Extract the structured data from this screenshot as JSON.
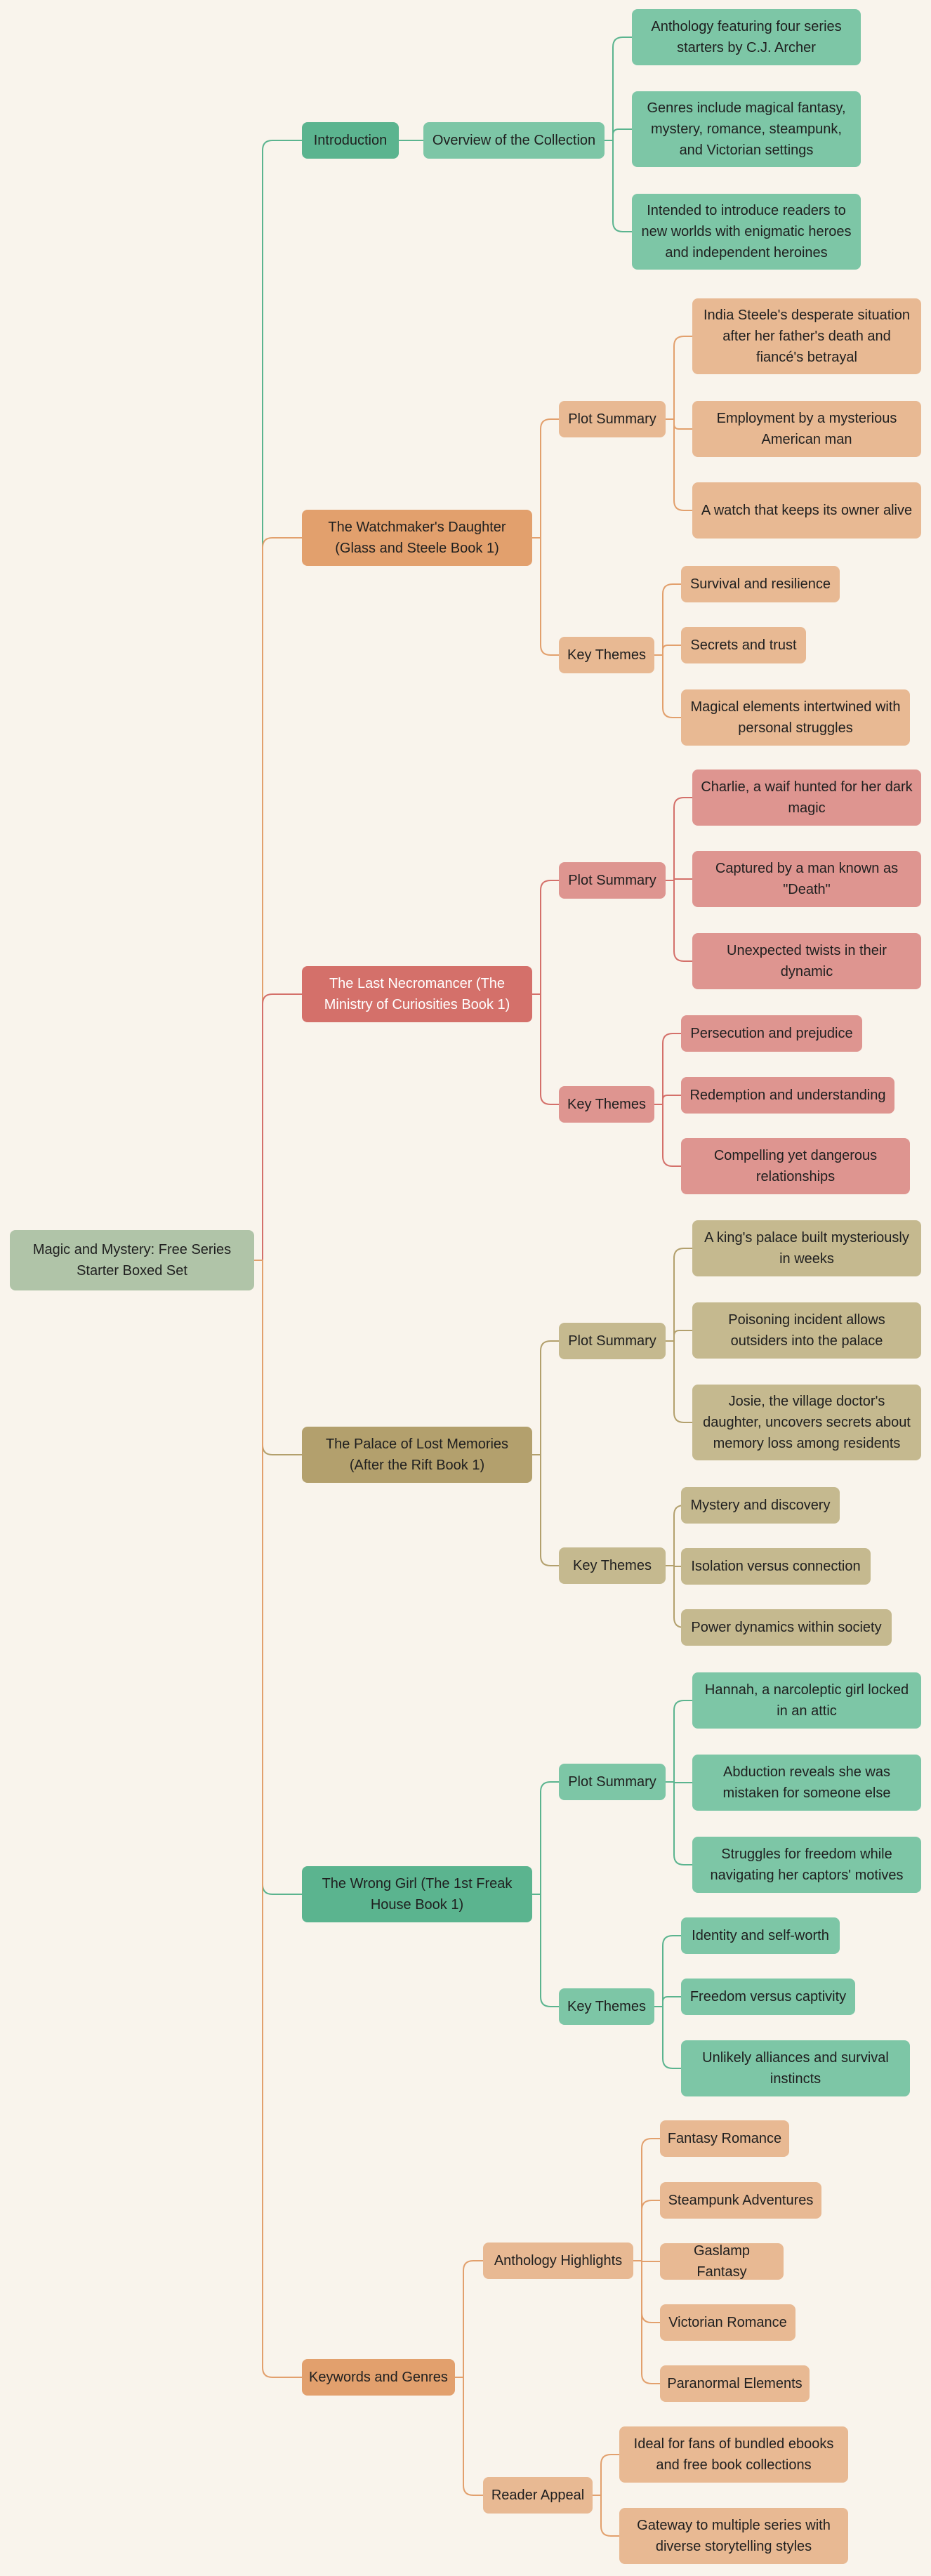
{
  "colors": {
    "background": "#f9f4ec",
    "root": "#b0c4a8",
    "green_branch": "#5bb48f",
    "green_node": "#7dc6a6",
    "orange_branch": "#e2a06d",
    "orange_node": "#e8b993",
    "red_branch": "#d4706a",
    "red_node": "#de9590",
    "olive_branch": "#b3a06d",
    "olive_node": "#c5b98f"
  },
  "mindmap": {
    "root": "Magic and Mystery: Free Series Starter Boxed Set",
    "branches": [
      {
        "label": "Introduction",
        "theme": "green",
        "children": [
          {
            "label": "Overview of the Collection",
            "children": [
              "Anthology featuring four series starters by C.J. Archer",
              "Genres include magical fantasy, mystery, romance, steampunk, and Victorian settings",
              "Intended to introduce readers to new worlds with enigmatic heroes and independent heroines"
            ]
          }
        ]
      },
      {
        "label": "The Watchmaker's Daughter (Glass and Steele Book 1)",
        "theme": "orange",
        "children": [
          {
            "label": "Plot Summary",
            "children": [
              "India Steele's desperate situation after her father's death and fiancé's betrayal",
              "Employment by a mysterious American man",
              "A watch that keeps its owner alive"
            ]
          },
          {
            "label": "Key Themes",
            "children": [
              "Survival and resilience",
              "Secrets and trust",
              "Magical elements intertwined with personal struggles"
            ]
          }
        ]
      },
      {
        "label": "The Last Necromancer (The Ministry of Curiosities Book 1)",
        "theme": "red",
        "children": [
          {
            "label": "Plot Summary",
            "children": [
              "Charlie, a waif hunted for her dark magic",
              "Captured by a man known as \"Death\"",
              "Unexpected twists in their dynamic"
            ]
          },
          {
            "label": "Key Themes",
            "children": [
              "Persecution and prejudice",
              "Redemption and understanding",
              "Compelling yet dangerous relationships"
            ]
          }
        ]
      },
      {
        "label": "The Palace of Lost Memories (After the Rift Book 1)",
        "theme": "olive",
        "children": [
          {
            "label": "Plot Summary",
            "children": [
              "A king's palace built mysteriously in weeks",
              "Poisoning incident allows outsiders into the palace",
              "Josie, the village doctor's daughter, uncovers secrets about memory loss among residents"
            ]
          },
          {
            "label": "Key Themes",
            "children": [
              "Mystery and discovery",
              "Isolation versus connection",
              "Power dynamics within society"
            ]
          }
        ]
      },
      {
        "label": "The Wrong Girl (The 1st Freak House Book 1)",
        "theme": "green",
        "children": [
          {
            "label": "Plot Summary",
            "children": [
              "Hannah, a narcoleptic girl locked in an attic",
              "Abduction reveals she was mistaken for someone else",
              "Struggles for freedom while navigating her captors' motives"
            ]
          },
          {
            "label": "Key Themes",
            "children": [
              "Identity and self-worth",
              "Freedom versus captivity",
              "Unlikely alliances and survival instincts"
            ]
          }
        ]
      },
      {
        "label": "Keywords and Genres",
        "theme": "orange",
        "children": [
          {
            "label": "Anthology Highlights",
            "children": [
              "Fantasy Romance",
              "Steampunk Adventures",
              "Gaslamp Fantasy",
              "Victorian Romance",
              "Paranormal Elements"
            ]
          },
          {
            "label": "Reader Appeal",
            "children": [
              "Ideal for fans of bundled ebooks and free book collections",
              "Gateway to multiple series with diverse storytelling styles"
            ]
          }
        ]
      }
    ]
  }
}
